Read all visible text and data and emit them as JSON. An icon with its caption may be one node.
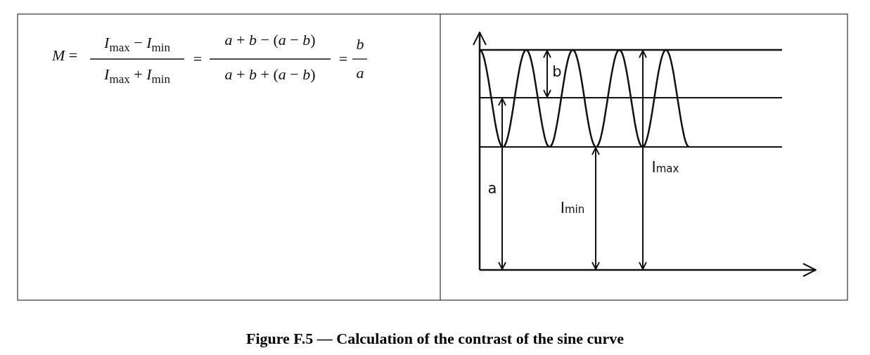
{
  "diagram": {
    "caption": "Figure F.5 — Calculation of the contrast of the sine curve",
    "labels": [
      "*M* =",
      "*I*$_{max}$ − *I*$_{min}$",
      "*I*$_{max}$ + *I*$_{min}$",
      "=",
      "*a* + *b* − (*a* − *b*)",
      "*a* + *b* + (*a* − *b*)",
      "=",
      "b",
      "a",
      "b",
      "I$_{max}$",
      "a",
      "I$_{min}$"
    ]
  }
}
